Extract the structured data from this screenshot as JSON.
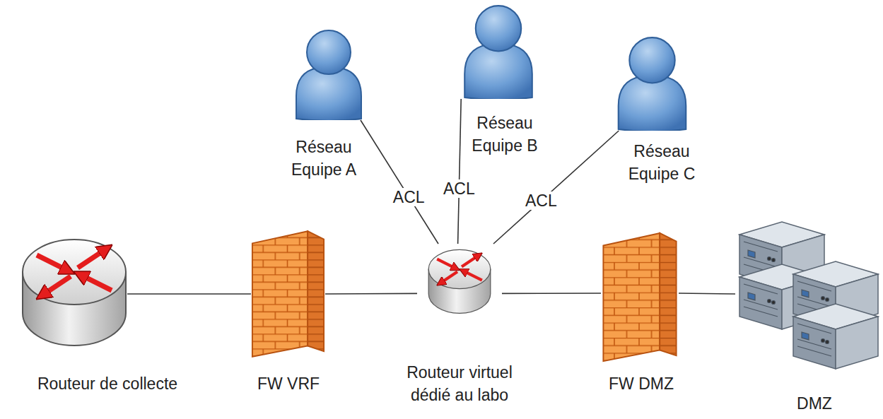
{
  "diagram": {
    "nodes": [
      {
        "text": [
          "Réseau Equipe A"
        ]
      },
      {
        "text": [
          "Réseau Equipe B"
        ]
      },
      {
        "text": [
          "Réseau Equipe C"
        ]
      },
      {
        "text": [
          "Routeur de collecte"
        ]
      },
      {
        "text": [
          "FW VRF"
        ]
      },
      {
        "text": [
          "Routeur virtuel dédié au labo"
        ]
      },
      {
        "text": [
          "FW DMZ"
        ]
      },
      {
        "text": [
          "DMZ"
        ]
      }
    ],
    "edges": [
      {
        "from": 3,
        "to": 4,
        "arrow": "none"
      },
      {
        "from": 4,
        "to": 5,
        "arrow": "none"
      },
      {
        "from": 5,
        "to": 6,
        "arrow": "none"
      },
      {
        "from": 6,
        "to": 7,
        "arrow": "none"
      },
      {
        "from": 0,
        "to": 5,
        "label": "ACL",
        "arrow": "none"
      },
      {
        "from": 1,
        "to": 5,
        "label": "ACL",
        "arrow": "none"
      },
      {
        "from": 2,
        "to": 5,
        "label": "ACL",
        "arrow": "none"
      }
    ]
  }
}
